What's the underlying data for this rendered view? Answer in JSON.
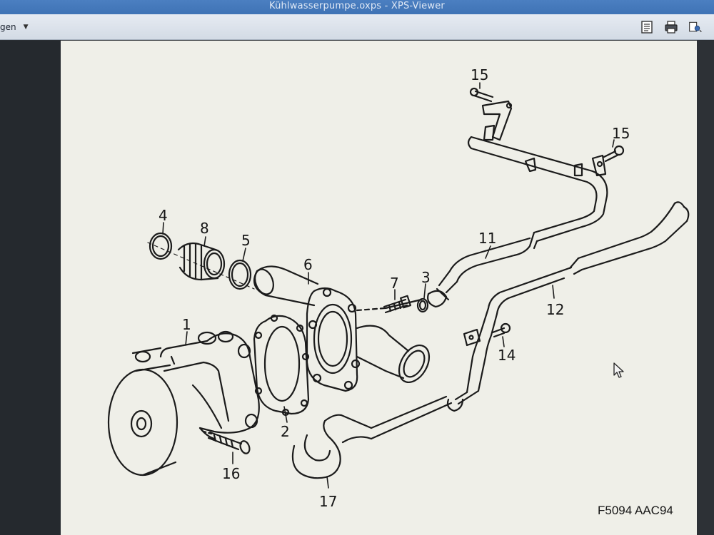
{
  "window": {
    "title": "Kühlwasserpumpe.oxps - XPS-Viewer"
  },
  "toolbar": {
    "left_menu_label": "gen",
    "icons": [
      "page-view-icon",
      "print-icon",
      "permissions-icon"
    ]
  },
  "drawing": {
    "callouts": [
      "15",
      "15",
      "4",
      "8",
      "5",
      "6",
      "11",
      "7",
      "3",
      "1",
      "12",
      "14",
      "2",
      "16",
      "17"
    ],
    "figure_code": "F5094 AAC94"
  }
}
